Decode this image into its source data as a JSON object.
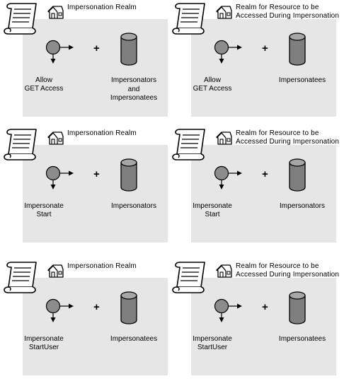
{
  "panels": [
    {
      "title": [
        "Impersonation Realm"
      ],
      "node_label": [
        "Allow",
        "GET Access"
      ],
      "plus": "+",
      "cylinder_label": [
        "Impersonators",
        "and",
        "Impersonatees"
      ]
    },
    {
      "title": [
        "Realm for  Resource to be",
        "Accessed During Impersonation"
      ],
      "node_label": [
        "Allow",
        "GET Access"
      ],
      "plus": "+",
      "cylinder_label": [
        "Impersonatees"
      ]
    },
    {
      "title": [
        "Impersonation Realm"
      ],
      "node_label": [
        "Impersonate",
        "Start"
      ],
      "plus": "+",
      "cylinder_label": [
        "Impersonators"
      ]
    },
    {
      "title": [
        "Realm for  Resource to be",
        "Accessed During Impersonation"
      ],
      "node_label": [
        "Impersonate",
        "Start"
      ],
      "plus": "+",
      "cylinder_label": [
        "Impersonators"
      ]
    },
    {
      "title": [
        "Impersonation Realm"
      ],
      "node_label": [
        "Impersonate",
        "StartUser"
      ],
      "plus": "+",
      "cylinder_label": [
        "Impersonatees"
      ]
    },
    {
      "title": [
        "Realm for  Resource to be",
        "Accessed During Impersonation"
      ],
      "node_label": [
        "Impersonate",
        "StartUser"
      ],
      "plus": "+",
      "cylinder_label": [
        "Impersonatees"
      ]
    }
  ],
  "colors": {
    "panel_background": "#e6e6e6",
    "node_fill": "#8c8c8c",
    "cylinder_fill": "#7f7f7f",
    "cylinder_top": "#a6a6a6"
  },
  "icons": {
    "realm": "scroll-icon",
    "location": "house-icon",
    "action": "action-node-icon",
    "store": "database-cylinder-icon"
  }
}
